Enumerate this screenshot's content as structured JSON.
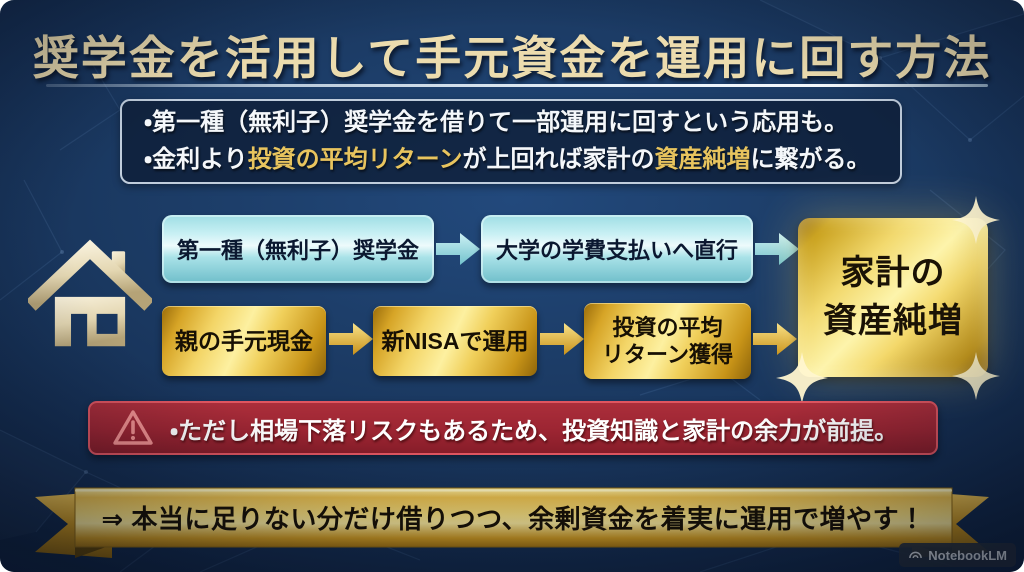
{
  "title": "奨学金を活用して手元資金を運用に回す方法",
  "intro": {
    "line1": "・第一種（無利子）奨学金を借りて一部運用に回すという応用も。",
    "line2_segments": [
      {
        "text": "・金利より",
        "highlight": false
      },
      {
        "text": "投資の平均リターン",
        "highlight": true
      },
      {
        "text": "が上回れば家計の",
        "highlight": false
      },
      {
        "text": "資産純増",
        "highlight": true
      },
      {
        "text": "に繋がる。",
        "highlight": false
      }
    ]
  },
  "flow": {
    "row1": {
      "step1": "第一種（無利子）奨学金",
      "step2": "大学の学費支払いへ直行"
    },
    "row2": {
      "step1": "親の手元現金",
      "step2": "新NISAで運用",
      "step3_line1": "投資の平均",
      "step3_line2": "リターン獲得"
    },
    "result": {
      "line1": "家計の",
      "line2": "資産純増"
    }
  },
  "warning": {
    "text": "・ただし相場下落リスクもあるため、投資知識と家計の余力が前提。"
  },
  "conclusion": {
    "text": "⇒ 本当に足りない分だけ借りつつ、余剰資金を着実に運用で増やす！"
  },
  "watermark": {
    "label": "NotebookLM"
  },
  "icons": {
    "house": "house-icon",
    "warning": "warning-triangle-icon",
    "arrow": "arrow-right-icon",
    "sparkle": "sparkle-icon",
    "logo": "notebooklm-logo-icon"
  },
  "colors": {
    "background_navy": "#1b3a63",
    "title_cream": "#ecdcae",
    "highlight_gold": "#e8c45e",
    "teal_box": "#a9e2e8",
    "gold_box": "#f3d567",
    "warning_red": "#9c2532",
    "warning_border": "#df5560",
    "ribbon_gold": "#e7bc4a"
  }
}
